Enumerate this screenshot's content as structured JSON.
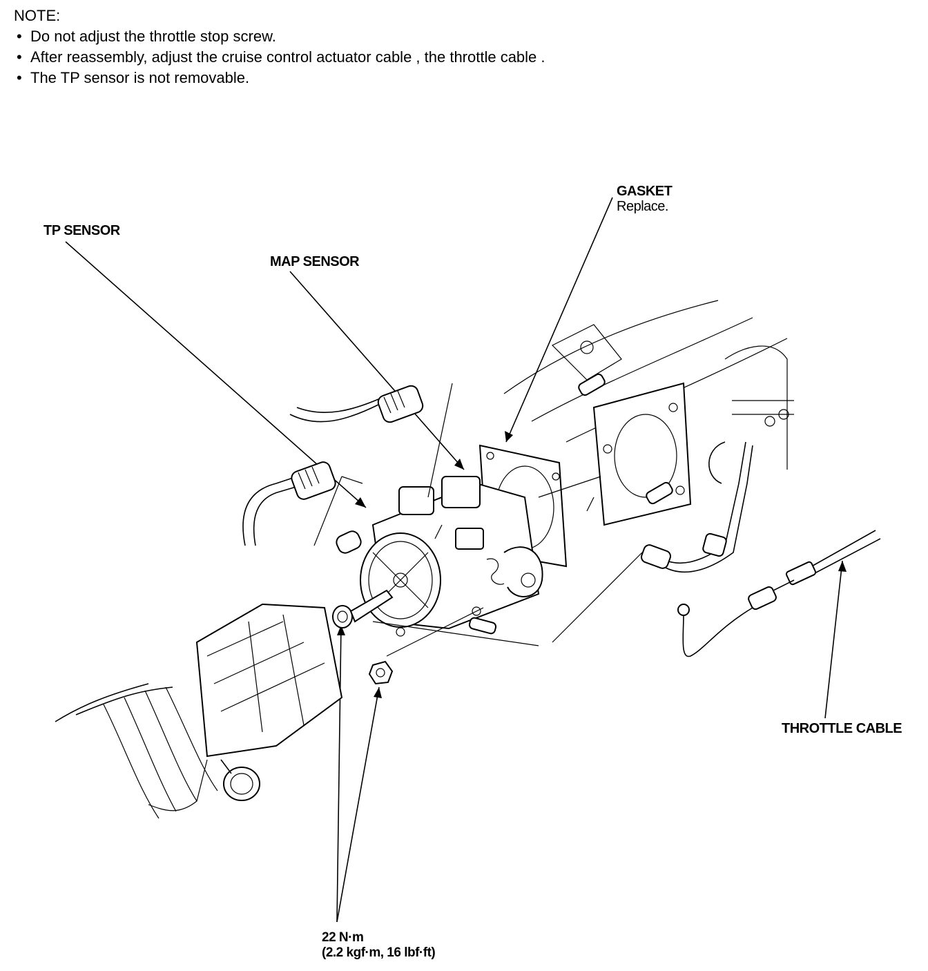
{
  "note": {
    "title": "NOTE:",
    "items": [
      "Do not adjust the throttle stop screw.",
      "After reassembly, adjust the cruise control actuator cable , the throttle cable .",
      "The TP sensor is not removable."
    ]
  },
  "callouts": {
    "gasket": {
      "label": "GASKET",
      "sub": "Replace."
    },
    "tp_sensor": "TP SENSOR",
    "map_sensor": "MAP SENSOR",
    "throttle_cable": "THROTTLE CABLE",
    "torque": {
      "value": "22 N·m",
      "alt": "(2.2 kgf·m, 16 lbf·ft)"
    }
  }
}
